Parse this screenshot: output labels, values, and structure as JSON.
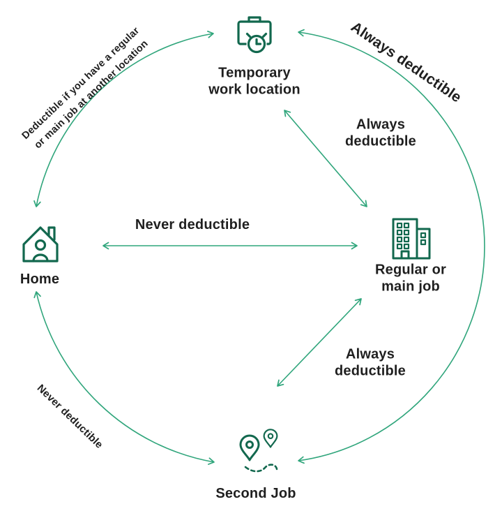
{
  "colors": {
    "icon_green": "#12684e",
    "arrow_green": "#2fa57b",
    "text_dark": "#1f1f1f",
    "background": "#ffffff"
  },
  "nodes": {
    "temporary": {
      "icon": "briefcase-clock-icon",
      "label_line1": "Temporary",
      "label_line2": "work location"
    },
    "home": {
      "icon": "house-icon",
      "label": "Home"
    },
    "regular": {
      "icon": "building-icon",
      "label_line1": "Regular or",
      "label_line2": "main job"
    },
    "second_job": {
      "icon": "map-pins-icon",
      "label": "Second Job"
    }
  },
  "edges": {
    "home_to_temporary": {
      "style": "curved-double-arrow",
      "label_line1": "Deductible if you have a regular",
      "label_line2": "or main job at another location"
    },
    "temporary_to_second_arc": {
      "style": "curved-double-arrow",
      "label": "Always deductible"
    },
    "temporary_to_regular": {
      "style": "straight-double-arrow",
      "label_line1": "Always",
      "label_line2": "deductible"
    },
    "home_to_regular": {
      "style": "straight-double-arrow",
      "label": "Never deductible"
    },
    "regular_to_second": {
      "style": "straight-double-arrow",
      "label_line1": "Always",
      "label_line2": "deductible"
    },
    "home_to_second": {
      "style": "curved-double-arrow",
      "label": "Never deductible"
    }
  }
}
